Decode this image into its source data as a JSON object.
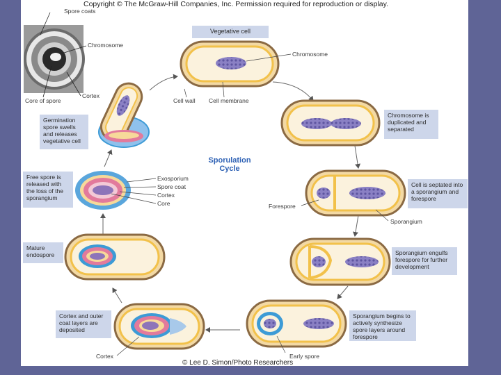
{
  "copyright": "Copyright © The McGraw-Hill Companies, Inc. Permission required for reproduction or display.",
  "photo_credit": "© Lee D. Simon/Photo Researchers",
  "cycle_title_line1": "Sporulation",
  "cycle_title_line2": "Cycle",
  "photo_labels": {
    "spore_coats": "Spore coats",
    "chromosome": "Chromosome",
    "cortex": "Cortex",
    "core_of_spore": "Core of spore"
  },
  "stages": {
    "vegetative": {
      "title": "Vegetative cell",
      "chromosome": "Chromosome",
      "cell_wall": "Cell wall",
      "cell_membrane": "Cell membrane"
    },
    "duplicated": {
      "text": "Chromosome is duplicated and separated"
    },
    "septated": {
      "text": "Cell is septated into a sporangium and forespore",
      "forespore": "Forespore",
      "sporangium": "Sporangium"
    },
    "engulfs": {
      "text": "Sporangium engulfs forespore for further development"
    },
    "synthesize": {
      "text": "Sporangium begins to actively synthesize spore layers around forespore",
      "early_spore": "Early spore"
    },
    "cortex_coat": {
      "text": "Cortex and outer coat layers are deposited",
      "cortex": "Cortex"
    },
    "mature": {
      "text": "Mature endospore"
    },
    "free_spore": {
      "text": "Free spore is released with the loss of the sporangium",
      "exosporium": "Exosporium",
      "spore_coat": "Spore coat",
      "cortex": "Cortex",
      "core": "Core"
    },
    "germination": {
      "text": "Germination spore swells and releases vegetative cell"
    }
  },
  "colors": {
    "background": "#5f6496",
    "cell_wall": "#8b6a43",
    "cell_fill": "#f3d9a4",
    "cytoplasm": "#fbf2dd",
    "membrane": "#f2c14a",
    "chromosome": "#7a72b8",
    "spore_coat": "#3d9bd6",
    "cortex": "#e27a9c",
    "core": "#8d74b9",
    "label_box": "#cdd6ea",
    "title": "#2f62b5"
  }
}
